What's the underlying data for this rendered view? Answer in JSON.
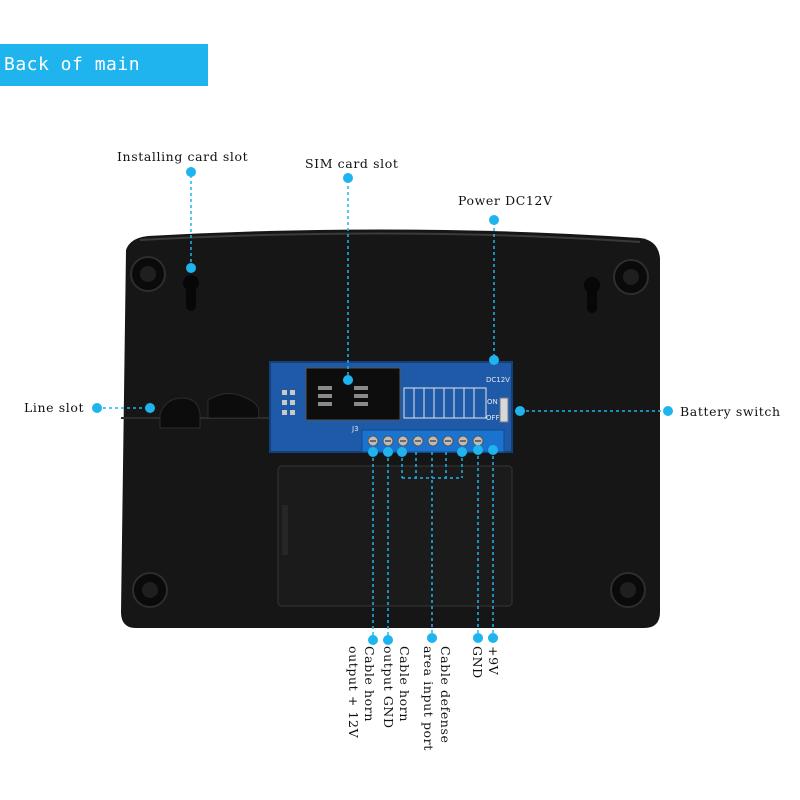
{
  "banner": {
    "title": "Back of main engine"
  },
  "callouts": {
    "installing_card_slot": "Installing card slot",
    "sim_card_slot": "SIM card slot",
    "power_dc12v": "Power DC12V",
    "line_slot": "Line slot",
    "battery_switch": "Battery switch",
    "cable_horn_output_12v": [
      "Cable horn",
      "output + 12V"
    ],
    "cable_horn_output_gnd": [
      "output GND",
      "Cable horn"
    ],
    "cable_defense_area_input": [
      "Cable defense",
      "area input port"
    ],
    "gnd": "GND",
    "plus_9v": "+9V"
  },
  "board": {
    "dc_label": "DC12V",
    "on_label": "ON",
    "off_label": "OFF",
    "terminal_label": "J3",
    "terminal_count": 8
  },
  "colors": {
    "accent": "#1fb4ee",
    "device_body": "#161616",
    "pcb": "#1e5aa8"
  }
}
